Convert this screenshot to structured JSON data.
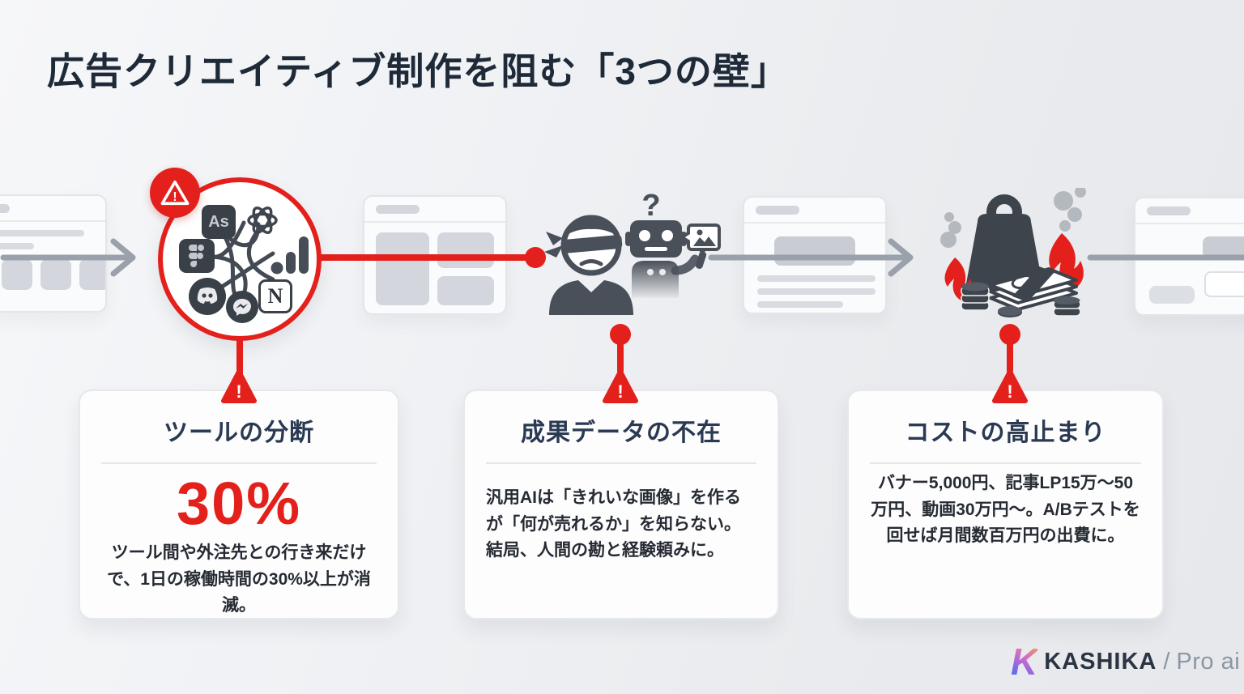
{
  "colors": {
    "accent_red": "#e3201b",
    "navy": "#2a3a52",
    "icon_gray": "#4a505a",
    "logo_gray": "#8d96a2"
  },
  "header": {
    "title": "広告クリエイティブ制作を阻む「3つの壁」"
  },
  "flow": {
    "alert_mark": "!",
    "question_mark": "?",
    "tool_cluster": {
      "adobe_label": "As",
      "notion_label": "N",
      "icons": [
        "adobe-as",
        "chatgpt",
        "figma",
        "google-analytics",
        "discord",
        "messenger",
        "notion"
      ]
    }
  },
  "cards": [
    {
      "title": "ツールの分断",
      "stat": "30%",
      "body": "ツール間や外注先との行き来だけで、1日の稼働時間の30%以上が消滅。"
    },
    {
      "title": "成果データの不在",
      "body": "汎用AIは「きれいな画像」を作るが「何が売れるか」を知らない。結局、人間の勘と経験頼みに。"
    },
    {
      "title": "コストの高止まり",
      "body": "バナー5,000円、記事LP15万〜50万円、動画30万円〜。A/Bテストを回せば月間数百万円の出費に。"
    }
  ],
  "logo": {
    "mark": "K",
    "brand": "KASHIKA",
    "divider": "/",
    "product": "Pro ai"
  }
}
